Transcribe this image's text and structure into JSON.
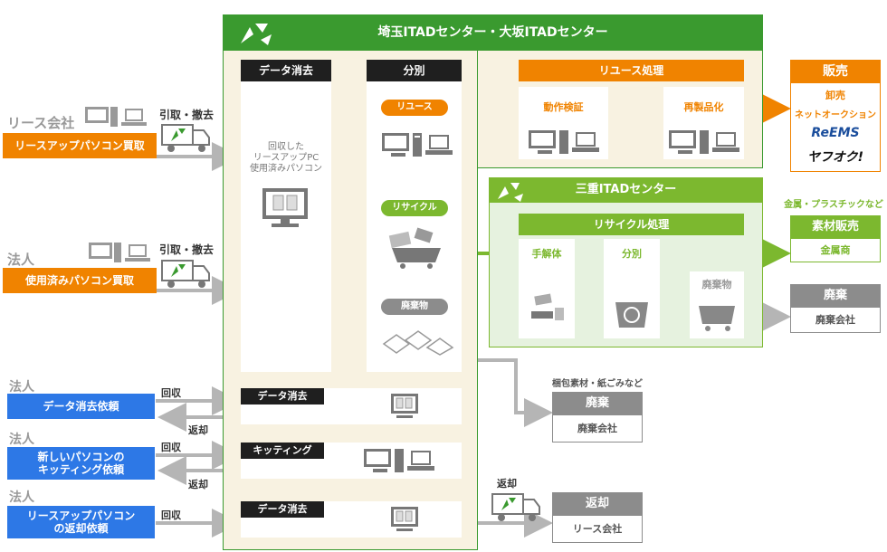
{
  "saitama": {
    "title": "埼玉ITADセンター・大坂ITADセンター"
  },
  "mie": {
    "title": "三重ITADセンター"
  },
  "col_data_erase": {
    "header": "データ消去",
    "text": "回収した\nリースアップPC\n使用済みパソコン"
  },
  "col_sort": {
    "header": "分別",
    "reuse": "リユース",
    "recycle": "リサイクル",
    "waste": "廃棄物"
  },
  "reuse_process": {
    "header": "リユース処理",
    "inspect": "動作検証",
    "refurb": "再製品化"
  },
  "sales": {
    "header": "販売",
    "wholesale": "卸売",
    "auction": "ネットオークション",
    "reems": "ReEMS",
    "yafuoku": "ヤフオク!"
  },
  "recycle_process": {
    "header": "リサイクル処理",
    "dismantle": "手解体",
    "sort": "分別",
    "waste": "廃棄物"
  },
  "material": {
    "note": "金属・プラスチックなど",
    "header": "素材販売",
    "sub": "金属商"
  },
  "disposal1": {
    "header": "廃棄",
    "sub": "廃棄会社"
  },
  "disposal2": {
    "note": "梱包素材・紙ごみなど",
    "header": "廃棄",
    "sub": "廃棄会社"
  },
  "return_box": {
    "header": "返却",
    "sub": "リース会社"
  },
  "left": {
    "lease_company": "リース会社",
    "lease_buy": "リースアップパソコン買取",
    "pickup1": "引取・撤去",
    "corp1": "法人",
    "used_buy": "使用済みパソコン買取",
    "pickup2": "引取・撤去",
    "corp2": "法人",
    "erase_request": "データ消去依頼",
    "corp3": "法人",
    "kitting_request": "新しいパソコンの\nキッティング依頼",
    "corp4": "法人",
    "return_request": "リースアップパソコン\nの返却依頼"
  },
  "flows": {
    "collect1": "回収",
    "return1": "返却",
    "collect2": "回収",
    "return2": "返却",
    "collect3": "回収",
    "return3": "返却"
  },
  "services": {
    "erase1": "データ消去",
    "kitting": "キッティング",
    "erase2": "データ消去"
  },
  "colors": {
    "green": "#3a9a2f",
    "light_green": "#8bc34a",
    "orange": "#f08300",
    "blue": "#2d78e6",
    "dark": "#1f1f1f",
    "gray": "#8c8c8c",
    "beige": "#f8f2e1"
  }
}
